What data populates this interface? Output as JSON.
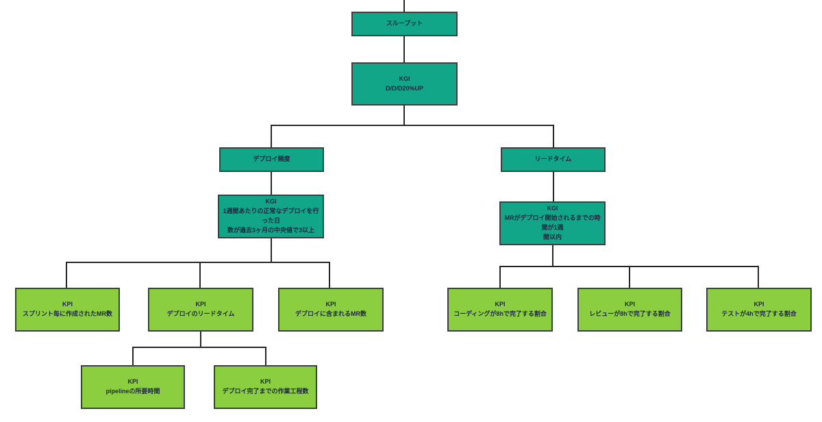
{
  "diagram": {
    "type": "kgi-kpi-tree",
    "colors": {
      "teal": "#12a689",
      "green": "#8bcf41",
      "line": "#262626",
      "text": "#1d2840"
    },
    "nodes": {
      "throughput": {
        "label": "スループット"
      },
      "kgi_top": {
        "title": "KGI",
        "subtitle": "D/D/D20%UP"
      },
      "deploy_freq": {
        "label": "デプロイ頻度"
      },
      "lead_time": {
        "label": "リードタイム"
      },
      "kgi_deploy": {
        "title": "KGI",
        "subtitle": "1週間あたりの正常なデプロイを行った日\n数が過去3ヶ月の中央値で3以上"
      },
      "kgi_lead": {
        "title": "KGI",
        "subtitle": "MRがデプロイ開始されるまでの時間が1週\n間以内"
      },
      "kpi_mr_created": {
        "title": "KPI",
        "subtitle": "スプリント毎に作成されたMR数"
      },
      "kpi_deploy_lt": {
        "title": "KPI",
        "subtitle": "デプロイのリードタイム"
      },
      "kpi_mr_included": {
        "title": "KPI",
        "subtitle": "デプロイに含まれるMR数"
      },
      "kpi_coding": {
        "title": "KPI",
        "subtitle": "コーディングが8hで完了する割合"
      },
      "kpi_review": {
        "title": "KPI",
        "subtitle": "レビューが8hで完了する割合"
      },
      "kpi_test": {
        "title": "KPI",
        "subtitle": "テストが4hで完了する割合"
      },
      "kpi_pipeline": {
        "title": "KPI",
        "subtitle": "pipelineの所要時間"
      },
      "kpi_steps": {
        "title": "KPI",
        "subtitle": "デプロイ完了までの作業工程数"
      }
    },
    "edges": [
      [
        "throughput",
        "kgi_top"
      ],
      [
        "kgi_top",
        "deploy_freq"
      ],
      [
        "kgi_top",
        "lead_time"
      ],
      [
        "deploy_freq",
        "kgi_deploy"
      ],
      [
        "lead_time",
        "kgi_lead"
      ],
      [
        "kgi_deploy",
        "kpi_mr_created"
      ],
      [
        "kgi_deploy",
        "kpi_deploy_lt"
      ],
      [
        "kgi_deploy",
        "kpi_mr_included"
      ],
      [
        "kgi_lead",
        "kpi_coding"
      ],
      [
        "kgi_lead",
        "kpi_review"
      ],
      [
        "kgi_lead",
        "kpi_test"
      ],
      [
        "kpi_deploy_lt",
        "kpi_pipeline"
      ],
      [
        "kpi_deploy_lt",
        "kpi_steps"
      ]
    ]
  }
}
